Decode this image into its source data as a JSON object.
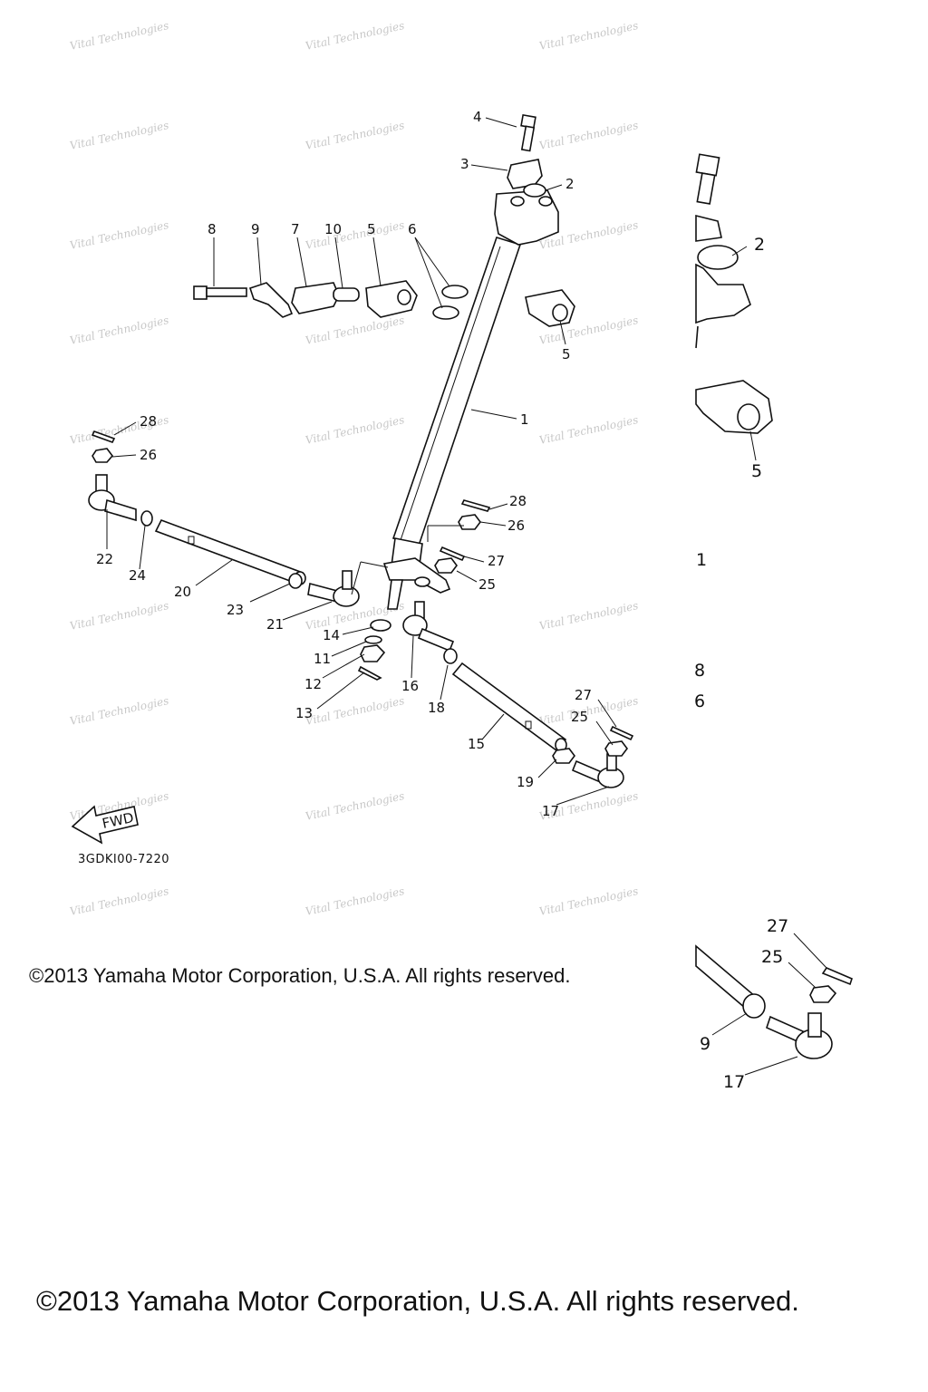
{
  "diagram": {
    "code": "3GDKI00-7220",
    "fwd_label": "FWD",
    "labels_main": [
      {
        "id": "l4",
        "text": "4"
      },
      {
        "id": "l3",
        "text": "3"
      },
      {
        "id": "l2",
        "text": "2"
      },
      {
        "id": "l8",
        "text": "8"
      },
      {
        "id": "l9",
        "text": "9"
      },
      {
        "id": "l7",
        "text": "7"
      },
      {
        "id": "l10",
        "text": "10"
      },
      {
        "id": "l5a",
        "text": "5"
      },
      {
        "id": "l6",
        "text": "6"
      },
      {
        "id": "l5b",
        "text": "5"
      },
      {
        "id": "l1",
        "text": "1"
      },
      {
        "id": "l28a",
        "text": "28"
      },
      {
        "id": "l26a",
        "text": "26"
      },
      {
        "id": "l22",
        "text": "22"
      },
      {
        "id": "l24",
        "text": "24"
      },
      {
        "id": "l20",
        "text": "20"
      },
      {
        "id": "l23",
        "text": "23"
      },
      {
        "id": "l21",
        "text": "21"
      },
      {
        "id": "l28b",
        "text": "28"
      },
      {
        "id": "l26b",
        "text": "26"
      },
      {
        "id": "l27a",
        "text": "27"
      },
      {
        "id": "l25a",
        "text": "25"
      },
      {
        "id": "l14",
        "text": "14"
      },
      {
        "id": "l11",
        "text": "11"
      },
      {
        "id": "l12",
        "text": "12"
      },
      {
        "id": "l13",
        "text": "13"
      },
      {
        "id": "l16",
        "text": "16"
      },
      {
        "id": "l18",
        "text": "18"
      },
      {
        "id": "l15",
        "text": "15"
      },
      {
        "id": "l27b",
        "text": "27"
      },
      {
        "id": "l25b",
        "text": "25"
      },
      {
        "id": "l19",
        "text": "19"
      },
      {
        "id": "l17a",
        "text": "17"
      }
    ],
    "labels_zoom": [
      {
        "id": "z2",
        "text": "2"
      },
      {
        "id": "z5",
        "text": "5"
      },
      {
        "id": "z1",
        "text": "1"
      },
      {
        "id": "z8",
        "text": "8"
      },
      {
        "id": "z6",
        "text": "6"
      },
      {
        "id": "z27",
        "text": "27"
      },
      {
        "id": "z25",
        "text": "25"
      },
      {
        "id": "z9",
        "text": "9"
      },
      {
        "id": "z17",
        "text": "17"
      }
    ],
    "watermark": "Vital Technologies"
  },
  "copyright_small": "©2013 Yamaha Motor Corporation, U.S.A. All rights reserved.",
  "copyright_large": "©2013 Yamaha Motor Corporation, U.S.A. All rights reserved."
}
